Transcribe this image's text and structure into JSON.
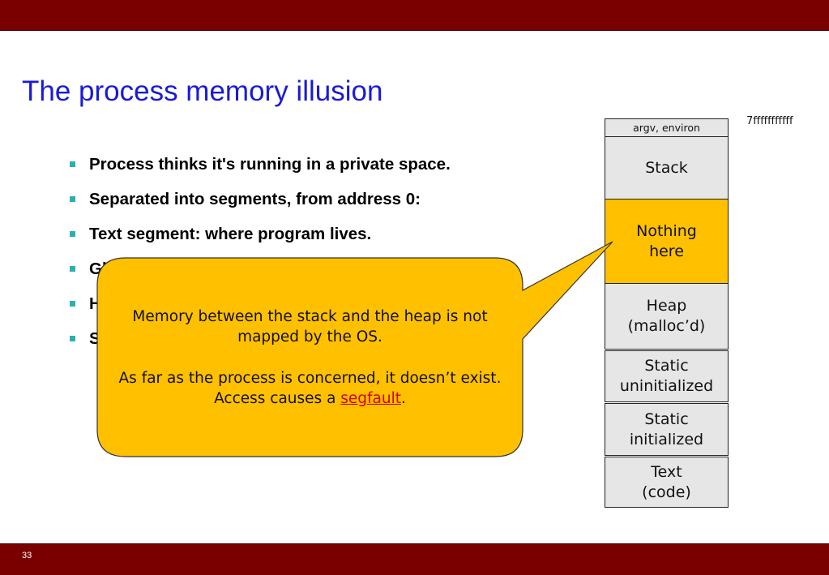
{
  "slide": {
    "title": "The process memory illusion",
    "number": "33"
  },
  "bullets": [
    "Process thinks it's running in a private space.",
    "Separated into segments, from address 0:",
    "Text segment: where program lives.",
    "Gl",
    "H",
    "S"
  ],
  "memory_map": {
    "top_address": "7fffffffffff",
    "segments": [
      {
        "label": "argv, environ"
      },
      {
        "label": "Stack"
      },
      {
        "label": "Nothing here"
      },
      {
        "label": "Heap (malloc’d)"
      },
      {
        "label": "Static uninitialized"
      },
      {
        "label": "Static initialized"
      },
      {
        "label": "Text (code)"
      }
    ]
  },
  "callout": {
    "line1": "Memory between the stack and the heap is not mapped by the OS.",
    "line2_before": "As far as the process is concerned, it doesn’t exist. Access causes a ",
    "line2_link": "segfault",
    "line2_after": "."
  },
  "colors": {
    "bar": "#7a0000",
    "title": "#1a1ad6",
    "bullet_marker": "#2bb0b0",
    "highlight": "#ffc000",
    "segment_fill": "#e6e6e6",
    "link": "#d00000"
  }
}
